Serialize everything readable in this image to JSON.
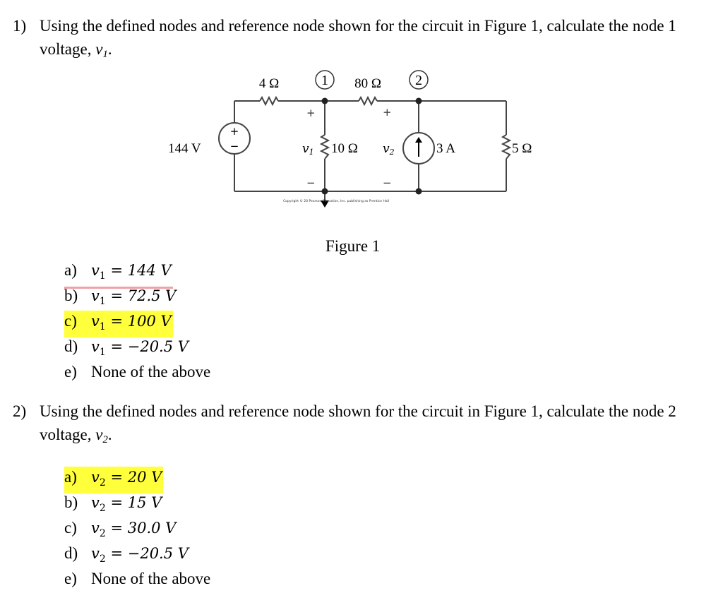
{
  "q1": {
    "number": "1)",
    "text_main": "Using the defined nodes and reference node shown for the circuit in Figure 1, calculate the node 1 voltage,",
    "var": "v",
    "var_sub": "1",
    "end": ".",
    "options": [
      {
        "letter": "a)",
        "lhs": "v",
        "sub": "1",
        "rhs": " = 144 V"
      },
      {
        "letter": "b)",
        "lhs": "v",
        "sub": "1",
        "rhs": " = 72.5 V"
      },
      {
        "letter": "c)",
        "lhs": "v",
        "sub": "1",
        "rhs": " = 100 V"
      },
      {
        "letter": "d)",
        "lhs": "v",
        "sub": "1",
        "rhs": " = −20.5 V"
      },
      {
        "letter": "e)",
        "text": "None of the above"
      }
    ]
  },
  "q2": {
    "number": "2)",
    "text_main": "Using the defined nodes and reference node shown for the circuit in Figure 1, calculate the node 2 voltage,",
    "var": "v",
    "var_sub": "2",
    "end": ".",
    "options": [
      {
        "letter": "a)",
        "lhs": "v",
        "sub": "2",
        "rhs": " = 20 V"
      },
      {
        "letter": "b)",
        "lhs": "v",
        "sub": "2",
        "rhs": " = 15 V"
      },
      {
        "letter": "c)",
        "lhs": "v",
        "sub": "2",
        "rhs": " = 30.0 V"
      },
      {
        "letter": "d)",
        "lhs": "v",
        "sub": "2",
        "rhs": " = −20.5 V"
      },
      {
        "letter": "e)",
        "text": "None of the above"
      }
    ]
  },
  "figure": {
    "caption": "Figure 1",
    "source_label": "144 V",
    "r1_label": "4 Ω",
    "r2_label": "80 Ω",
    "r3_label": "10 Ω",
    "r4_label": "5 Ω",
    "current_label": "3 A",
    "node1": "1",
    "node2": "2",
    "v1_label": "v",
    "v1_sub": "1",
    "v2_label": "v",
    "v2_sub": "2",
    "plus": "+",
    "minus": "−",
    "copyright": "Copyright © 20 Pearson Education, Inc. publishing as Prentice Hall"
  }
}
